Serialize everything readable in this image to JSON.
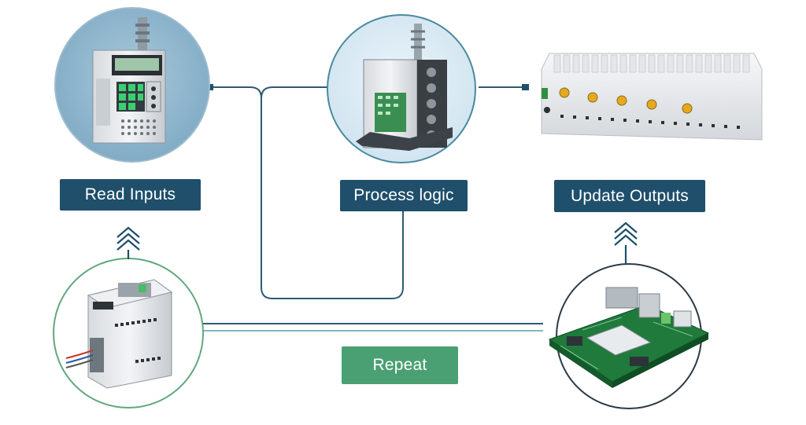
{
  "diagram": {
    "steps": {
      "read": "Read  Inputs",
      "process": "Process logic",
      "update": "Update  Outputs",
      "repeat": "Repeat"
    },
    "colors": {
      "navy": "#1f4f6b",
      "green": "#4aa073",
      "line": "#2f5b70",
      "ring": "#4b8a9e",
      "green_ring": "#62a77e"
    },
    "icons": [
      "plc-controller-icon",
      "io-module-icon",
      "remote-io-rack-icon",
      "input-module-icon",
      "circuit-board-icon",
      "signal-arrow-icon"
    ]
  }
}
